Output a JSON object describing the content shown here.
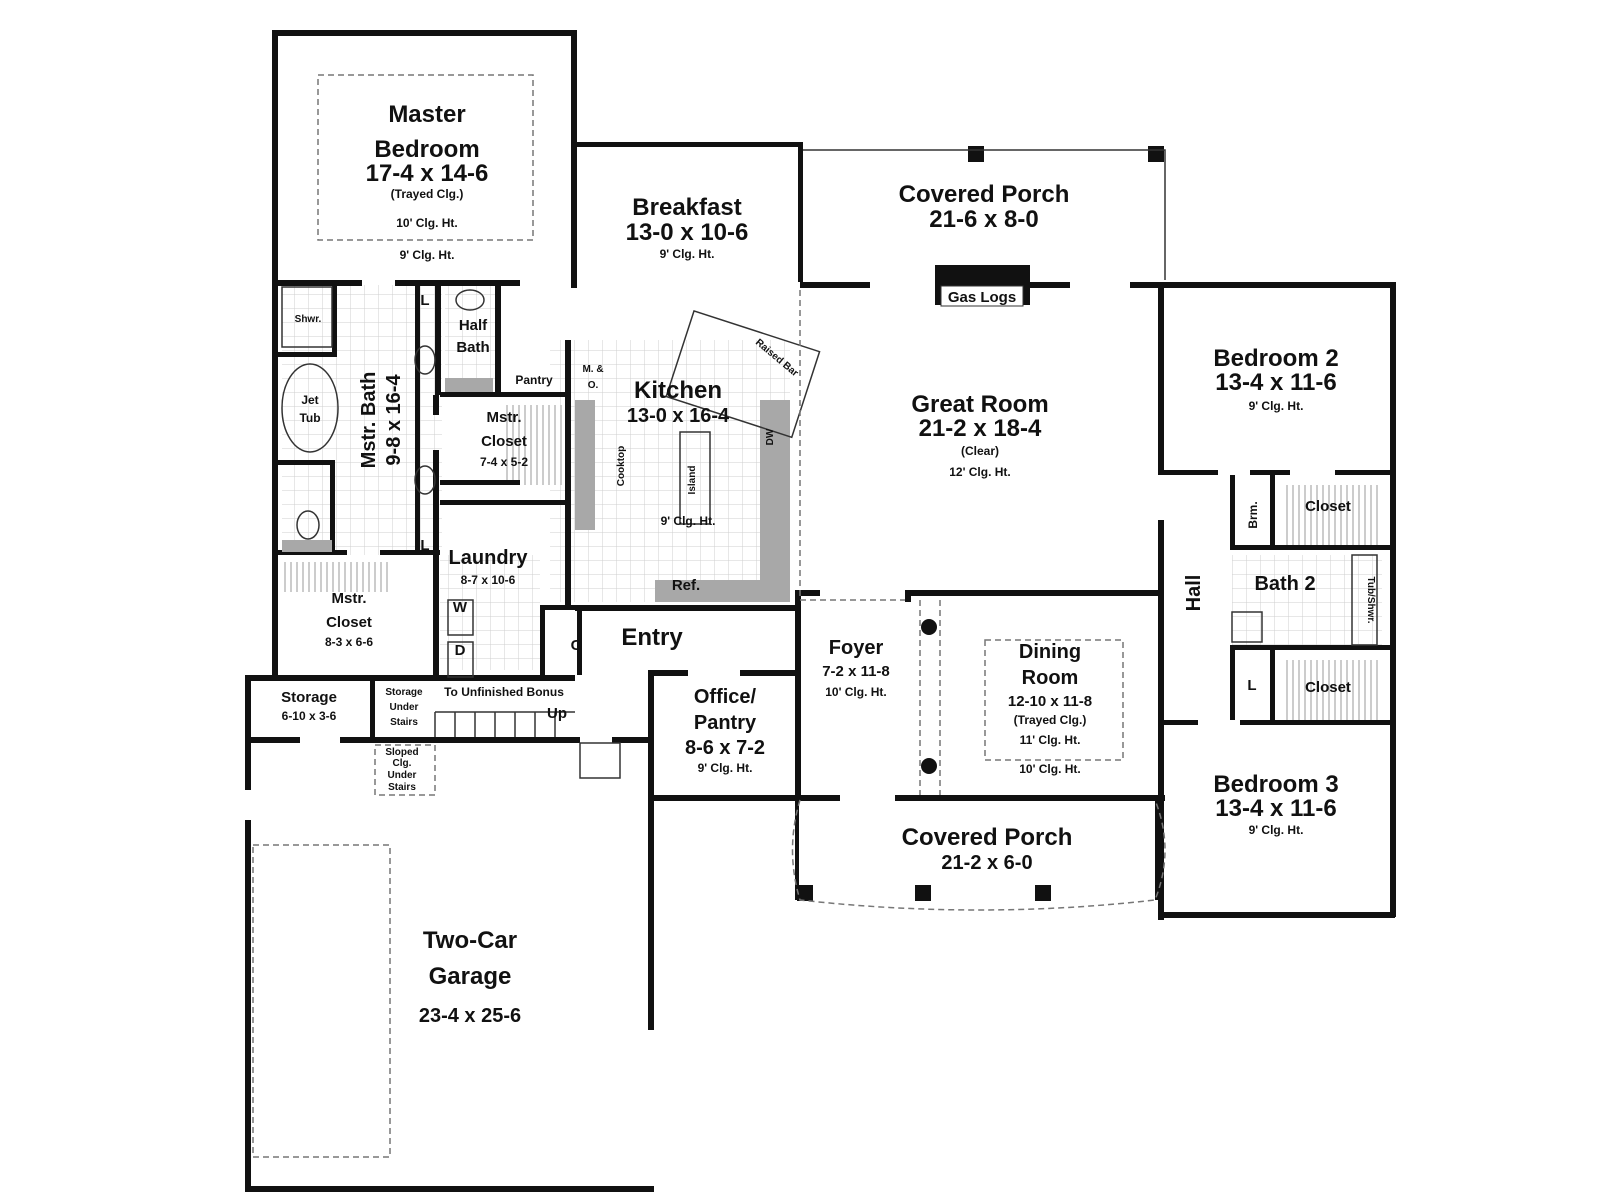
{
  "rooms": {
    "master_bedroom": {
      "name1": "Master",
      "name2": "Bedroom",
      "size": "17-4 x 14-6",
      "note": "(Trayed Clg.)",
      "clg1": "10' Clg. Ht.",
      "clg2": "9' Clg. Ht."
    },
    "breakfast": {
      "name": "Breakfast",
      "size": "13-0 x 10-6",
      "clg": "9' Clg. Ht."
    },
    "covered_porch_rear": {
      "name": "Covered Porch",
      "size": "21-6 x 8-0"
    },
    "gas_logs": "Gas Logs",
    "great_room": {
      "name": "Great Room",
      "size": "21-2 x 18-4",
      "note": "(Clear)",
      "clg": "12' Clg. Ht."
    },
    "bedroom2": {
      "name": "Bedroom 2",
      "size": "13-4 x 11-6",
      "clg": "9' Clg. Ht."
    },
    "closet_b2": "Closet",
    "broom": "Brm.",
    "hall": "Hall",
    "bath2": {
      "name": "Bath 2",
      "tub": "Tub/Shwr."
    },
    "linen": "L",
    "closet_b3": "Closet",
    "bedroom3": {
      "name": "Bedroom 3",
      "size": "13-4 x 11-6",
      "clg": "9' Clg. Ht."
    },
    "kitchen": {
      "name": "Kitchen",
      "size": "13-0 x 16-4",
      "clg": "9' Clg. Ht.",
      "island": "Island",
      "cooktop": "Cooktop",
      "dw": "DW",
      "raised_bar": "Raised Bar",
      "mo1": "M. &",
      "mo2": "O.",
      "ref": "Ref."
    },
    "pantry": "Pantry",
    "half_bath": {
      "name1": "Half",
      "name2": "Bath"
    },
    "mstr_bath": {
      "name": "Mstr. Bath",
      "size": "9-8 x 16-4",
      "shwr": "Shwr.",
      "jet1": "Jet",
      "jet2": "Tub",
      "l1": "L",
      "l2": "L"
    },
    "mstr_closet_a": {
      "name1": "Mstr.",
      "name2": "Closet",
      "size": "7-4 x 5-2"
    },
    "mstr_closet_b": {
      "name1": "Mstr.",
      "name2": "Closet",
      "size": "8-3 x 6-6"
    },
    "laundry": {
      "name": "Laundry",
      "size": "8-7 x 10-6",
      "w": "W",
      "d": "D"
    },
    "coat": "C",
    "entry": "Entry",
    "storage": {
      "name": "Storage",
      "size": "6-10 x 3-6"
    },
    "storage_under": {
      "l1": "Storage",
      "l2": "Under",
      "l3": "Stairs"
    },
    "bonus": {
      "label": "To Unfinished Bonus",
      "up": "Up"
    },
    "sloped": {
      "l1": "Sloped",
      "l2": "Clg.",
      "l3": "Under",
      "l4": "Stairs"
    },
    "office": {
      "name1": "Office/",
      "name2": "Pantry",
      "size": "8-6 x 7-2",
      "clg": "9' Clg. Ht."
    },
    "foyer": {
      "name": "Foyer",
      "size": "7-2 x 11-8",
      "clg": "10' Clg. Ht."
    },
    "dining": {
      "name1": "Dining",
      "name2": "Room",
      "size": "12-10 x 11-8",
      "note": "(Trayed Clg.)",
      "clg1": "11' Clg. Ht.",
      "clg2": "10' Clg. Ht."
    },
    "covered_porch_front": {
      "name": "Covered Porch",
      "size": "21-2 x 6-0"
    },
    "garage": {
      "name1": "Two-Car",
      "name2": "Garage",
      "size": "23-4 x 25-6"
    }
  },
  "colors": {
    "wall": "#111111",
    "fixture": "#a8a8a8",
    "tile_grid": "#cccccc"
  }
}
